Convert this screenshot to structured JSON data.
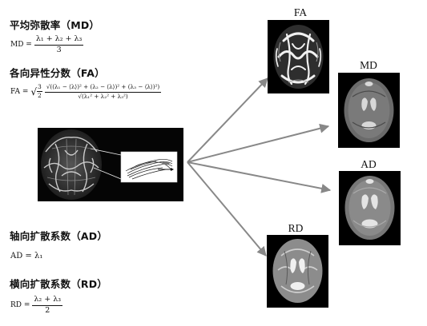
{
  "metrics": {
    "md": {
      "heading": "平均弥散率（MD）",
      "lhs": "MD =",
      "numerator": "λ₁ + λ₂ + λ₃",
      "denominator": "3"
    },
    "fa": {
      "heading": "各向异性分数（FA）",
      "lhs": "FA =",
      "sqrt_num": "3",
      "sqrt_den": "2",
      "numerator": "√((λ₁ − ⟨λ⟩)² + (λ₂ − ⟨λ⟩)² + (λ₃ − ⟨λ⟩)²)",
      "denominator": "√(λ₁² + λ₂² + λ₃²)"
    },
    "ad": {
      "heading": "轴向扩散系数（AD）",
      "formula": "AD = λ₁"
    },
    "rd": {
      "heading": "横向扩散系数（RD）",
      "lhs": "RD =",
      "numerator": "λ₂ + λ₃",
      "denominator": "2"
    }
  },
  "maps": {
    "fa": {
      "label": "FA"
    },
    "md": {
      "label": "MD"
    },
    "ad": {
      "label": "AD"
    },
    "rd": {
      "label": "RD"
    }
  },
  "colors": {
    "arrow": "#888888",
    "text": "#111111",
    "scan_background": "#000000"
  }
}
